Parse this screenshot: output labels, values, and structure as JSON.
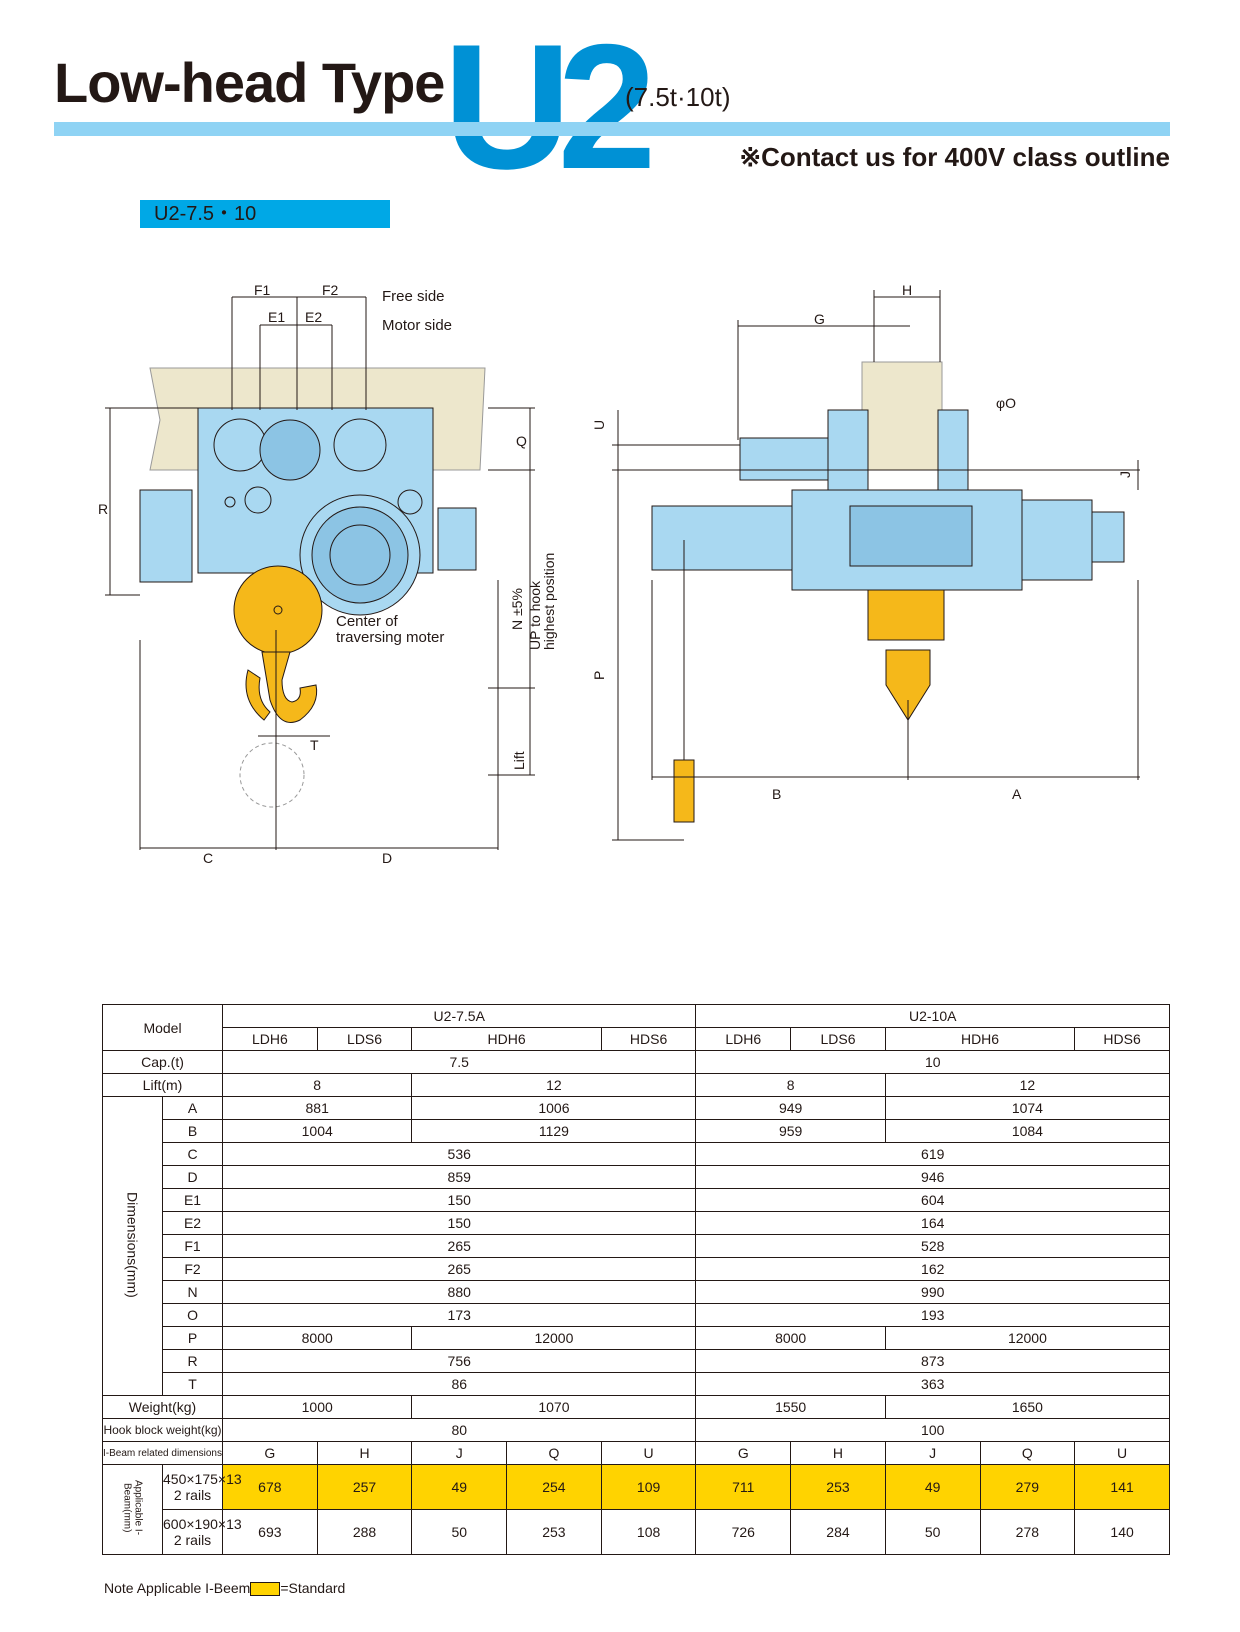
{
  "header": {
    "title": "Low-head Type",
    "model_big": "U2",
    "capacity": "(7.5t·10t)",
    "contact": "※Contact us for 400V class outline",
    "subtag": "U2-7.5・10"
  },
  "drawing_labels": {
    "f1": "F1",
    "f2": "F2",
    "e1": "E1",
    "e2": "E2",
    "free_side": "Free side",
    "motor_side": "Motor side",
    "r": "R",
    "q": "Q",
    "n": "N ±5%",
    "up_hook": "UP to hook",
    "highest": "highest position",
    "center_of": "Center of",
    "traversing": "traversing moter",
    "t": "T",
    "lift": "Lift",
    "c": "C",
    "d": "D",
    "h": "H",
    "g": "G",
    "o": "φO",
    "u": "U",
    "j": "J",
    "p": "P",
    "b": "B",
    "a": "A"
  },
  "colors": {
    "body": "#a9d8f1",
    "hook": "#f5b81a",
    "beam": "#ede7cc",
    "accent": "#0091d5",
    "highlight": "#ffd300"
  },
  "table": {
    "model_label": "Model",
    "groups": [
      "U2-7.5A",
      "U2-10A"
    ],
    "variants": [
      "LDH6",
      "LDS6",
      "HDH6",
      "HDS6",
      "LDH6",
      "LDS6",
      "HDH6",
      "HDS6"
    ],
    "cap_label": "Cap.(t)",
    "cap": [
      "7.5",
      "10"
    ],
    "lift_label": "Lift(m)",
    "lift": [
      "8",
      "12",
      "8",
      "12"
    ],
    "dims_label": "Dimensions(mm)",
    "dims": [
      {
        "k": "A",
        "v": [
          "881",
          "1006",
          "949",
          "1074"
        ]
      },
      {
        "k": "B",
        "v": [
          "1004",
          "1129",
          "959",
          "1084"
        ]
      },
      {
        "k": "C",
        "v": [
          "536",
          "619"
        ]
      },
      {
        "k": "D",
        "v": [
          "859",
          "946"
        ]
      },
      {
        "k": "E1",
        "v": [
          "150",
          "604"
        ]
      },
      {
        "k": "E2",
        "v": [
          "150",
          "164"
        ]
      },
      {
        "k": "F1",
        "v": [
          "265",
          "528"
        ]
      },
      {
        "k": "F2",
        "v": [
          "265",
          "162"
        ]
      },
      {
        "k": "N",
        "v": [
          "880",
          "990"
        ]
      },
      {
        "k": "O",
        "v": [
          "173",
          "193"
        ]
      },
      {
        "k": "P",
        "v": [
          "8000",
          "12000",
          "8000",
          "12000"
        ]
      },
      {
        "k": "R",
        "v": [
          "756",
          "873"
        ]
      },
      {
        "k": "T",
        "v": [
          "86",
          "363"
        ]
      }
    ],
    "weight_label": "Weight(kg)",
    "weight": [
      "1000",
      "1070",
      "1550",
      "1650"
    ],
    "hook_label": "Hook block weight(kg)",
    "hook": [
      "80",
      "100"
    ],
    "ibeam_label": "I-Beam related dimensions",
    "ibeam_cols": [
      "G",
      "H",
      "J",
      "Q",
      "U",
      "G",
      "H",
      "J",
      "Q",
      "U"
    ],
    "applicable_label": "Applicable I-Beam(mm)",
    "beams": [
      {
        "size": "450×175×13",
        "rails": "2 rails",
        "v": [
          "678",
          "257",
          "49",
          "254",
          "109",
          "711",
          "253",
          "49",
          "279",
          "141"
        ]
      },
      {
        "size": "600×190×13",
        "rails": "2 rails",
        "v": [
          "693",
          "288",
          "50",
          "253",
          "108",
          "726",
          "284",
          "50",
          "278",
          "140"
        ]
      }
    ]
  },
  "note": {
    "text": "Note Applicable I-Beem",
    "legend": "=Standard"
  }
}
